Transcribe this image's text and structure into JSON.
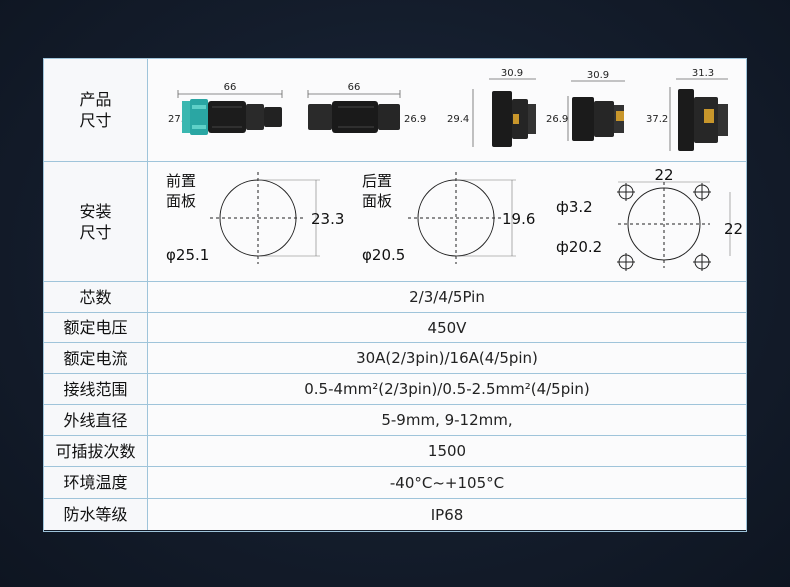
{
  "rows": {
    "product_size": {
      "label_line1": "产品",
      "label_line2": "尺寸"
    },
    "install_size": {
      "label_line1": "安装",
      "label_line2": "尺寸"
    },
    "pins": {
      "label": "芯数",
      "value": "2/3/4/5Pin"
    },
    "rated_voltage": {
      "label": "额定电压",
      "value": "450V"
    },
    "rated_current": {
      "label": "额定电流",
      "value": "30A(2/3pin)/16A(4/5pin)"
    },
    "wiring_range": {
      "label": "接线范围",
      "value": "0.5-4mm²(2/3pin)/0.5-2.5mm²(4/5pin)"
    },
    "outer_diameter": {
      "label": "外线直径",
      "value": "5-9mm, 9-12mm,"
    },
    "mating_cycles": {
      "label": "可插拔次数",
      "value": "1500"
    },
    "temperature": {
      "label": "环境温度",
      "value": "-40°C~+105°C"
    },
    "waterproof": {
      "label": "防水等级",
      "value": "IP68"
    }
  },
  "product_dims": {
    "p1": {
      "length": "66",
      "height": "27.8"
    },
    "p2": {
      "length": "66",
      "height": "26.9"
    },
    "p3": {
      "width": "30.9",
      "height": "29.4"
    },
    "p4": {
      "width": "30.9",
      "height": "26.9"
    },
    "p5": {
      "width": "31.3",
      "height": "37.2"
    }
  },
  "install": {
    "front": {
      "label_line1": "前置",
      "label_line2": "面板",
      "height": "23.3",
      "diameter": "φ25.1"
    },
    "rear": {
      "label_line1": "后置",
      "label_line2": "面板",
      "height": "19.6",
      "diameter": "φ20.5"
    },
    "flange": {
      "top": "22",
      "side": "22",
      "hole": "ф3.2",
      "diameter": "ф20.2"
    }
  },
  "colors": {
    "border": "#9fc4da",
    "accent_teal": "#2aa6a3",
    "background": "#141d2c"
  }
}
